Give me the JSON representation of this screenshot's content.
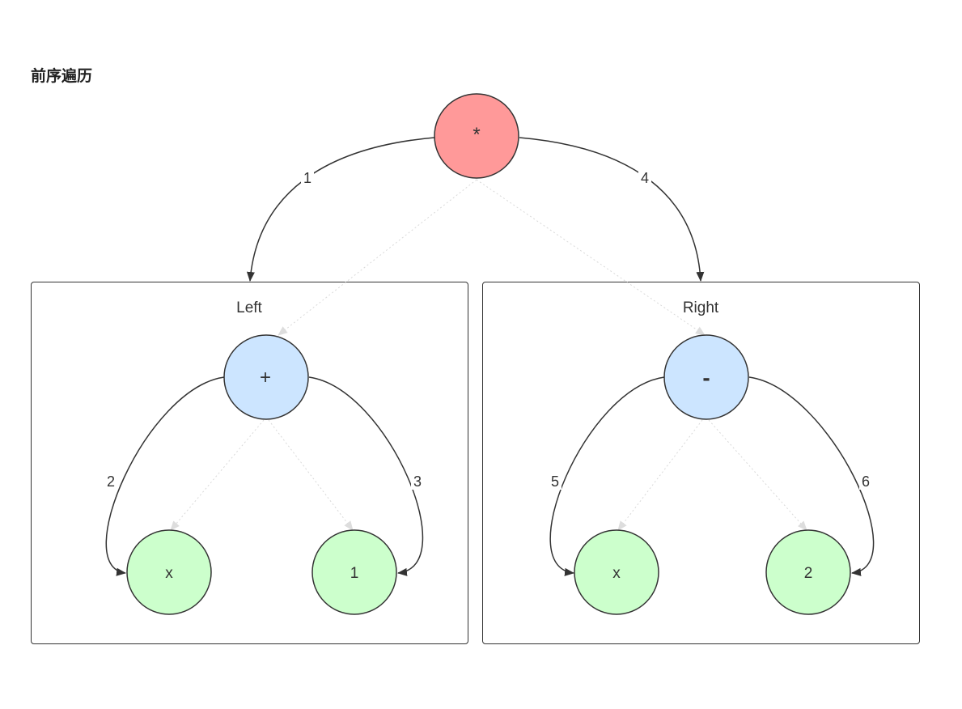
{
  "title": "前序遍历",
  "groups": [
    {
      "id": "left",
      "label": "Left"
    },
    {
      "id": "right",
      "label": "Right"
    }
  ],
  "nodes": [
    {
      "id": "root",
      "label": "*",
      "fill": "#ff9999",
      "role": "operator"
    },
    {
      "id": "plus",
      "label": "+",
      "fill": "#cce5ff",
      "role": "operator"
    },
    {
      "id": "minus",
      "label": "-",
      "fill": "#cce5ff",
      "role": "operator"
    },
    {
      "id": "left_x",
      "label": "x",
      "fill": "#ccffcc",
      "role": "operand"
    },
    {
      "id": "left_1",
      "label": "1",
      "fill": "#ccffcc",
      "role": "operand"
    },
    {
      "id": "right_x",
      "label": "x",
      "fill": "#ccffcc",
      "role": "operand"
    },
    {
      "id": "right_2",
      "label": "2",
      "fill": "#ccffcc",
      "role": "operand"
    }
  ],
  "traversal_edges": [
    {
      "from": "root",
      "to": "plus",
      "label": "1"
    },
    {
      "from": "plus",
      "to": "left_x",
      "label": "2"
    },
    {
      "from": "plus",
      "to": "left_1",
      "label": "3"
    },
    {
      "from": "root",
      "to": "minus",
      "label": "4"
    },
    {
      "from": "minus",
      "to": "right_x",
      "label": "5"
    },
    {
      "from": "minus",
      "to": "right_2",
      "label": "6"
    }
  ],
  "tree_edges": [
    {
      "from": "root",
      "to": "plus"
    },
    {
      "from": "root",
      "to": "minus"
    },
    {
      "from": "plus",
      "to": "left_x"
    },
    {
      "from": "plus",
      "to": "left_1"
    },
    {
      "from": "minus",
      "to": "right_x"
    },
    {
      "from": "minus",
      "to": "right_2"
    }
  ],
  "colors": {
    "stroke": "#333333",
    "tree_edge": "#cccccc",
    "operator_root": "#ff9999",
    "operator": "#cce5ff",
    "operand": "#ccffcc"
  }
}
